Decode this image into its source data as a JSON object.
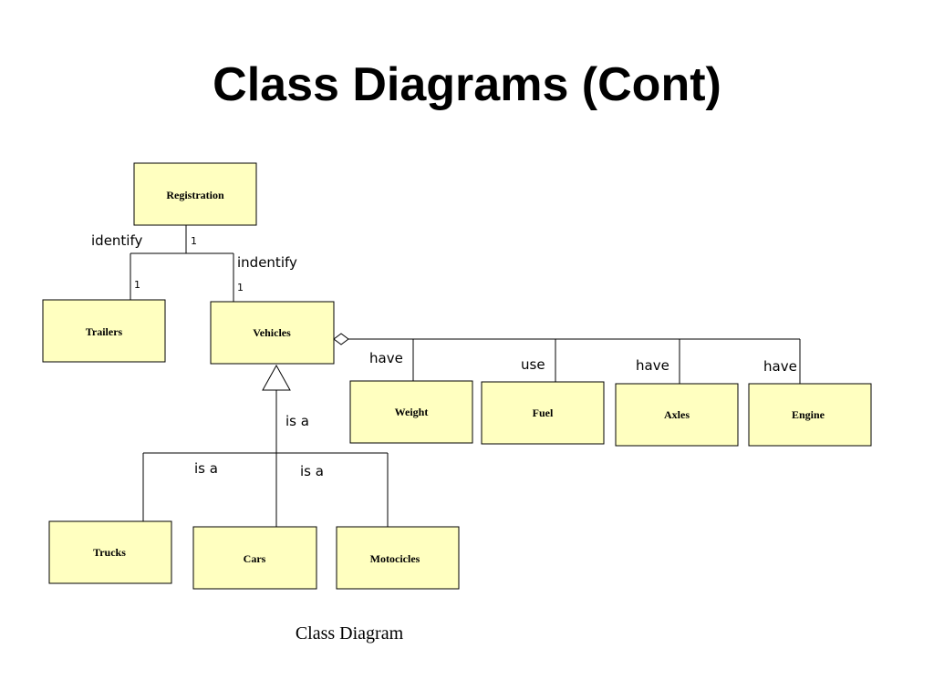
{
  "slide": {
    "title": "Class Diagrams (Cont)",
    "caption": "Class Diagram"
  },
  "colors": {
    "class_fill": "#ffffc0",
    "line": "#000000"
  },
  "classes": {
    "registration": "Registration",
    "trailers": "Trailers",
    "vehicles": "Vehicles",
    "weight": "Weight",
    "fuel": "Fuel",
    "axles": "Axles",
    "engine": "Engine",
    "trucks": "Trucks",
    "cars": "Cars",
    "motocicles": "Motocicles"
  },
  "relations": {
    "identify": "identify",
    "indentify": "indentify",
    "registration_multiplicity": "1",
    "trailers_multiplicity": "1",
    "vehicles_multiplicity": "1",
    "weight": "have",
    "fuel": "use",
    "axles": "have",
    "engine": "have",
    "vehicles_generalization": "is a",
    "trucks_generalization": "is a",
    "cars_generalization": "is a"
  }
}
